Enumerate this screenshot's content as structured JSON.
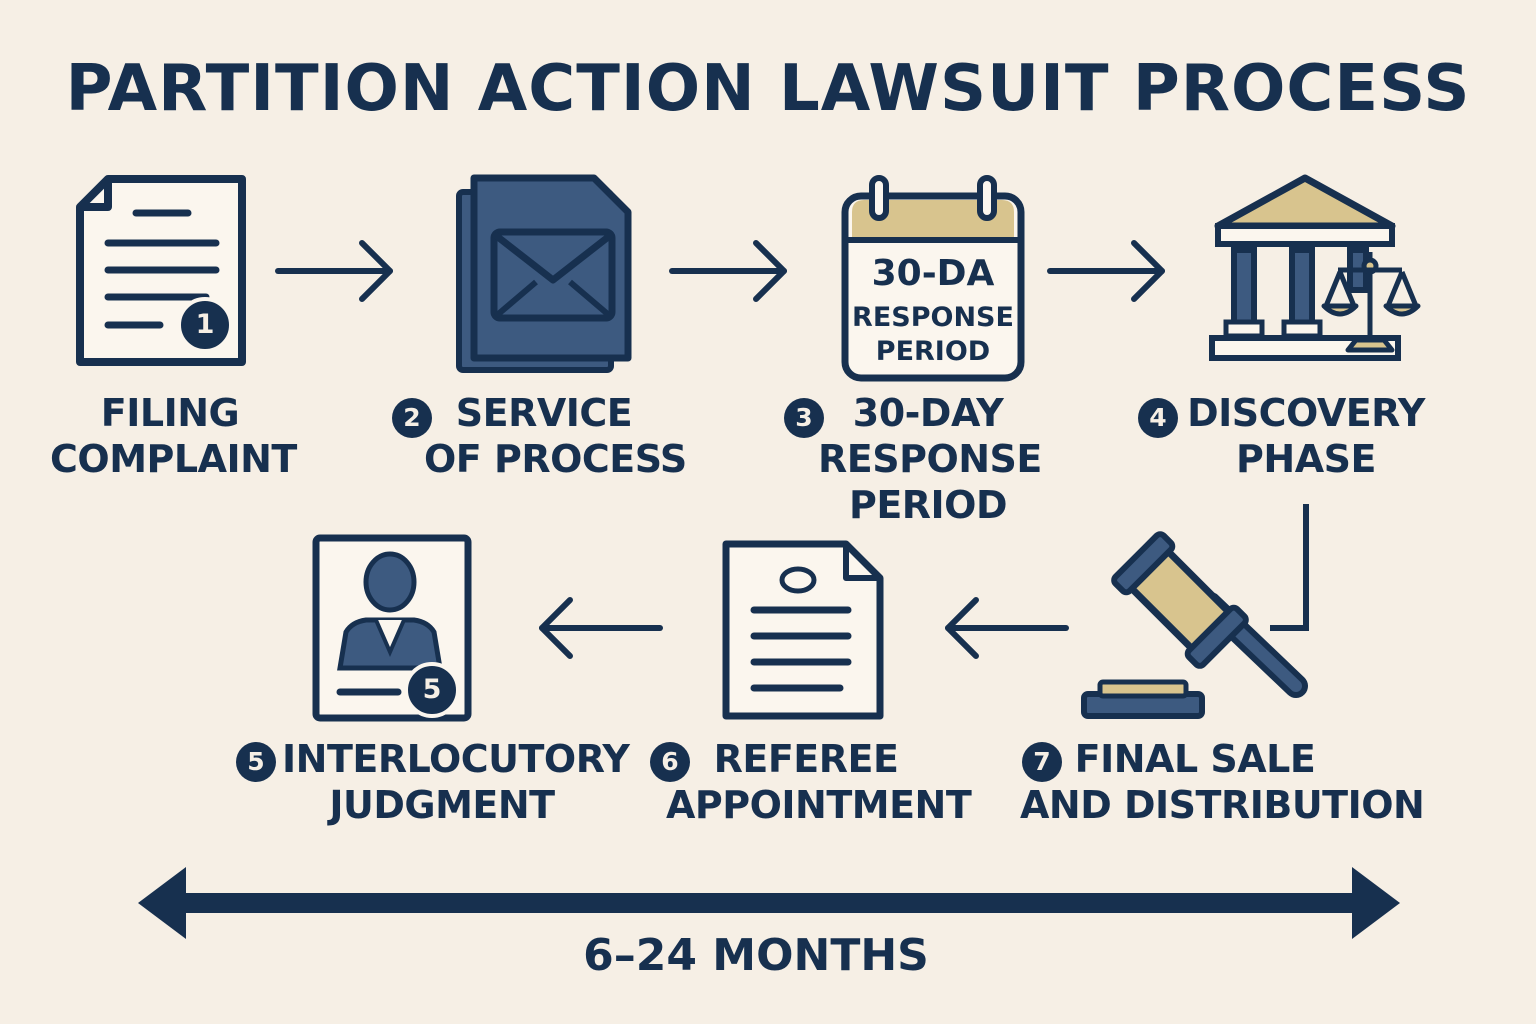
{
  "title": "PARTITION ACTION LAWSUIT PROCESS",
  "colors": {
    "navy": "#17304f",
    "background": "#f6efe5",
    "tan": "#d8c48e",
    "slate": "#3d5a80"
  },
  "steps": [
    {
      "number": "",
      "line1": "FILING",
      "line2": "COMPLAINT",
      "line3": "",
      "icon": "document-icon",
      "icon_badge": "1"
    },
    {
      "number": "2",
      "line1": "SERVICE",
      "line2": "OF PROCESS",
      "line3": "",
      "icon": "envelope-icon"
    },
    {
      "number": "3",
      "line1": "30-DAY",
      "line2": "RESPONSE",
      "line3": "PERIOD",
      "icon": "calendar-icon",
      "calendar": {
        "line1": "30-DA",
        "line2": "RESPONSE",
        "line3": "PERIOD"
      }
    },
    {
      "number": "4",
      "line1": "DISCOVERY",
      "line2": "PHASE",
      "line3": "",
      "icon": "courthouse-icon"
    },
    {
      "number": "5",
      "line1": "INTERLOCUTORY",
      "line2": "JUDGMENT",
      "line3": "",
      "icon": "judge-portrait-icon",
      "icon_badge": "5"
    },
    {
      "number": "6",
      "line1": "REFEREE",
      "line2": "APPOINTMENT",
      "line3": "",
      "icon": "referee-document-icon"
    },
    {
      "number": "7",
      "line1": "FINAL SALE",
      "line2": "AND DISTRIBUTION",
      "line3": "",
      "icon": "gavel-icon"
    }
  ],
  "timeline": {
    "label": "6–24 MONTHS"
  }
}
